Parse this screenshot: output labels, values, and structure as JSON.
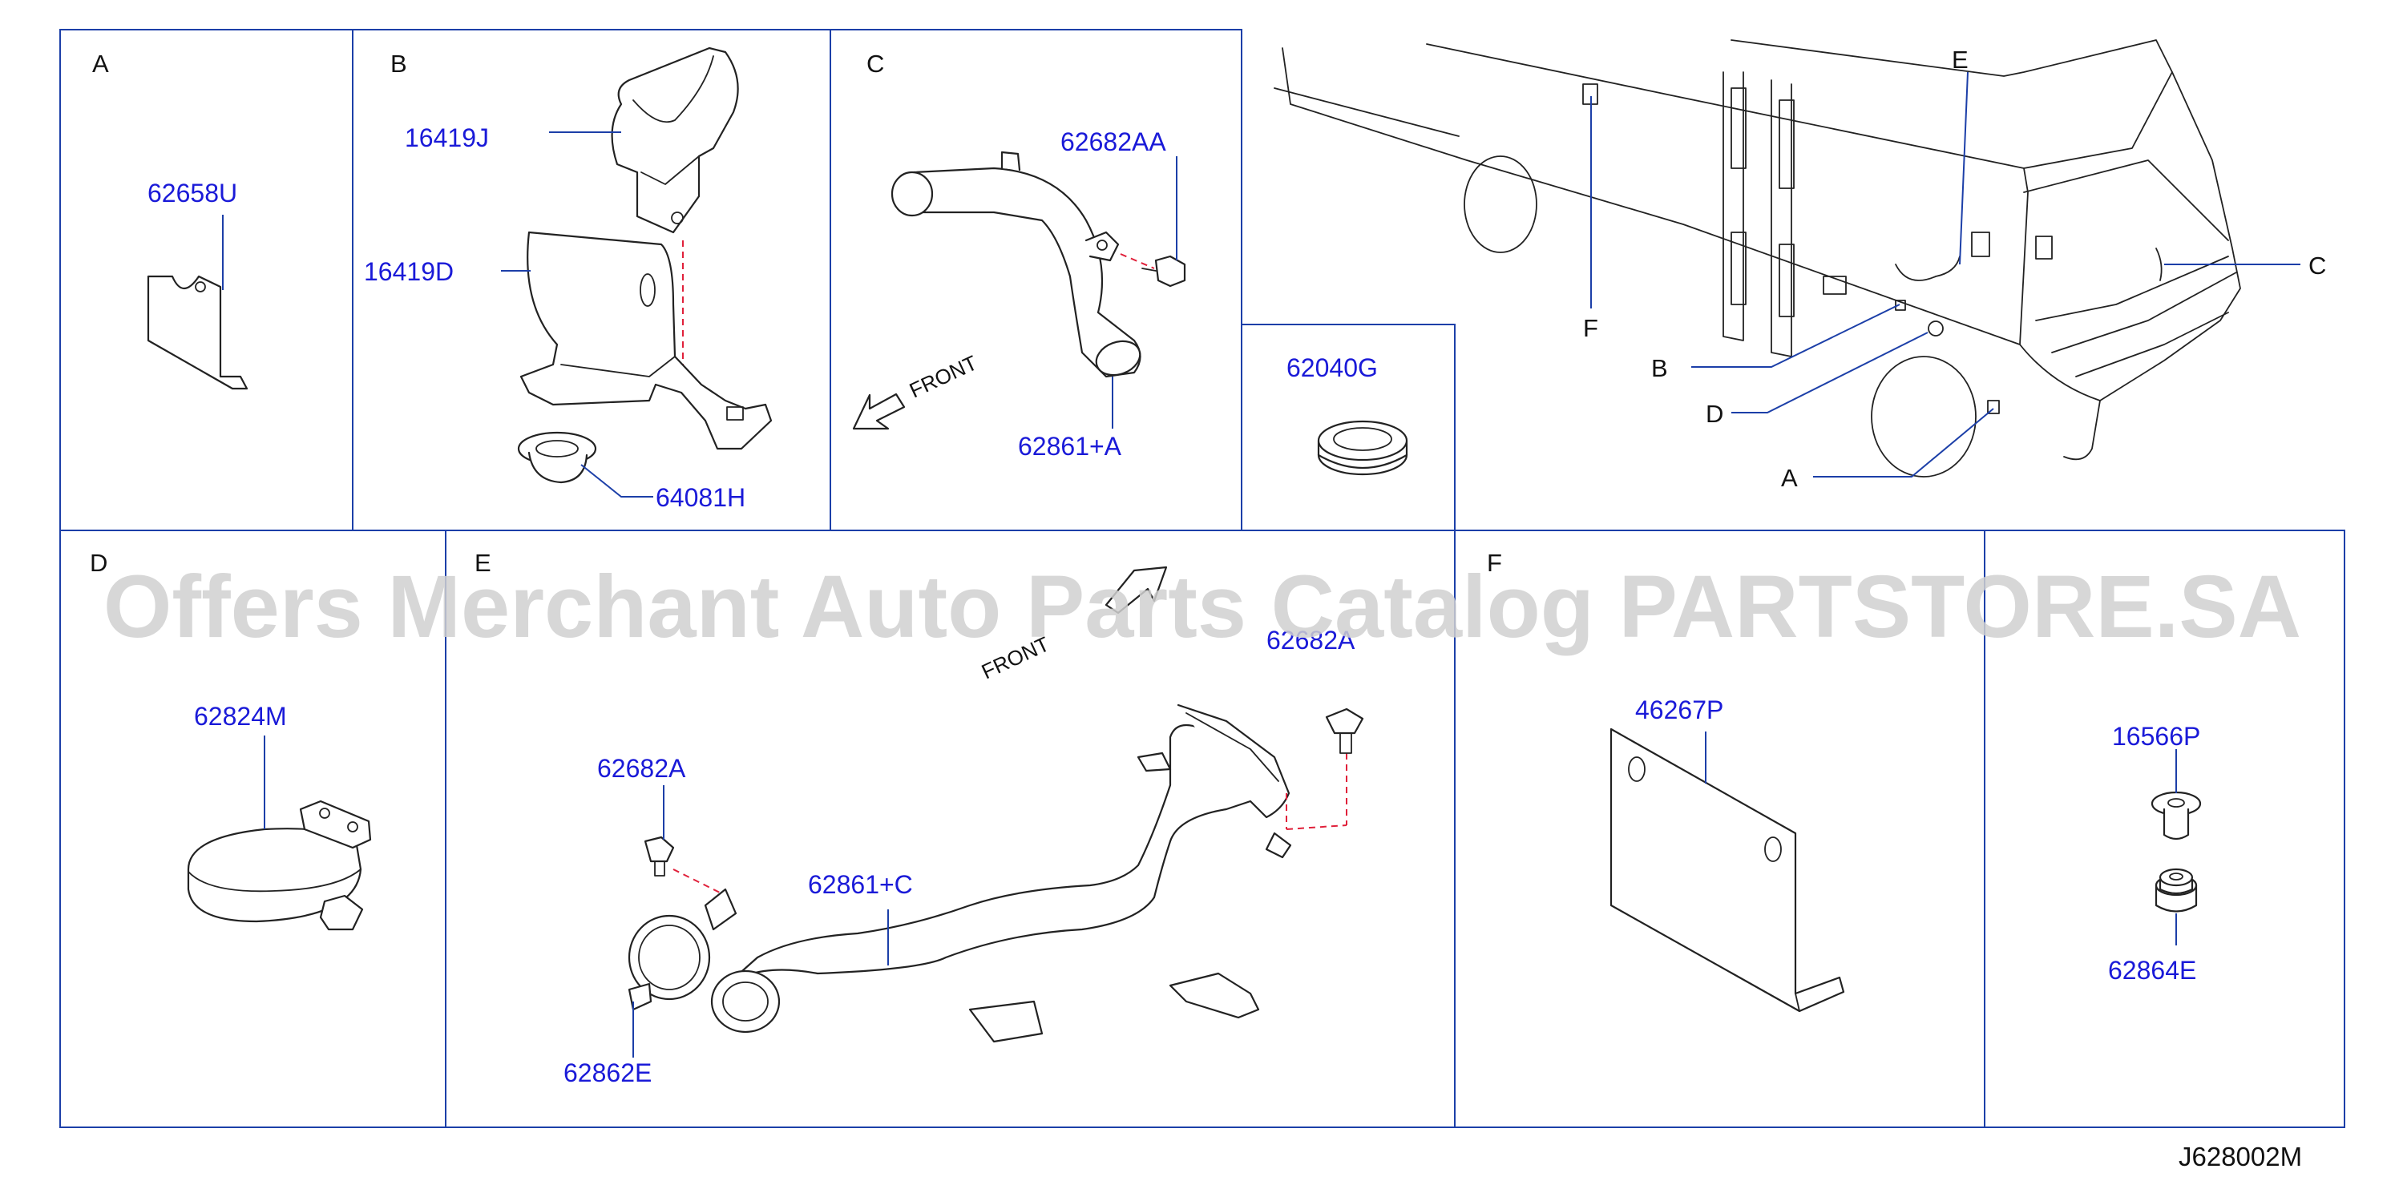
{
  "sections": [
    "A",
    "B",
    "C",
    "D",
    "E",
    "F"
  ],
  "parts": {
    "p62658U": "62658U",
    "p16419J": "16419J",
    "p16419D": "16419D",
    "p64081H": "64081H",
    "p62682AA": "62682AA",
    "p62861A": "62861+A",
    "p62040G": "62040G",
    "p62824M": "62824M",
    "p62682A_left": "62682A",
    "p62682A_top": "62682A",
    "p62861C": "62861+C",
    "p62862E": "62862E",
    "p46267P": "46267P",
    "p16566P": "16566P",
    "p62864E": "62864E"
  },
  "front_label": "FRONT",
  "truck_labels": {
    "E": "E",
    "F": "F",
    "C": "C",
    "B": "B",
    "D": "D",
    "A": "A"
  },
  "diagram_code": "J628002M",
  "watermark": "Offers Merchant Auto Parts Catalog PARTSTORE.SA",
  "colors": {
    "frame": "#1c3fa8",
    "part_number": "#1a1ad8",
    "leader": "#1c3fa8",
    "dashed_guide": "#e0203a",
    "watermark": "#d0d0d0"
  }
}
